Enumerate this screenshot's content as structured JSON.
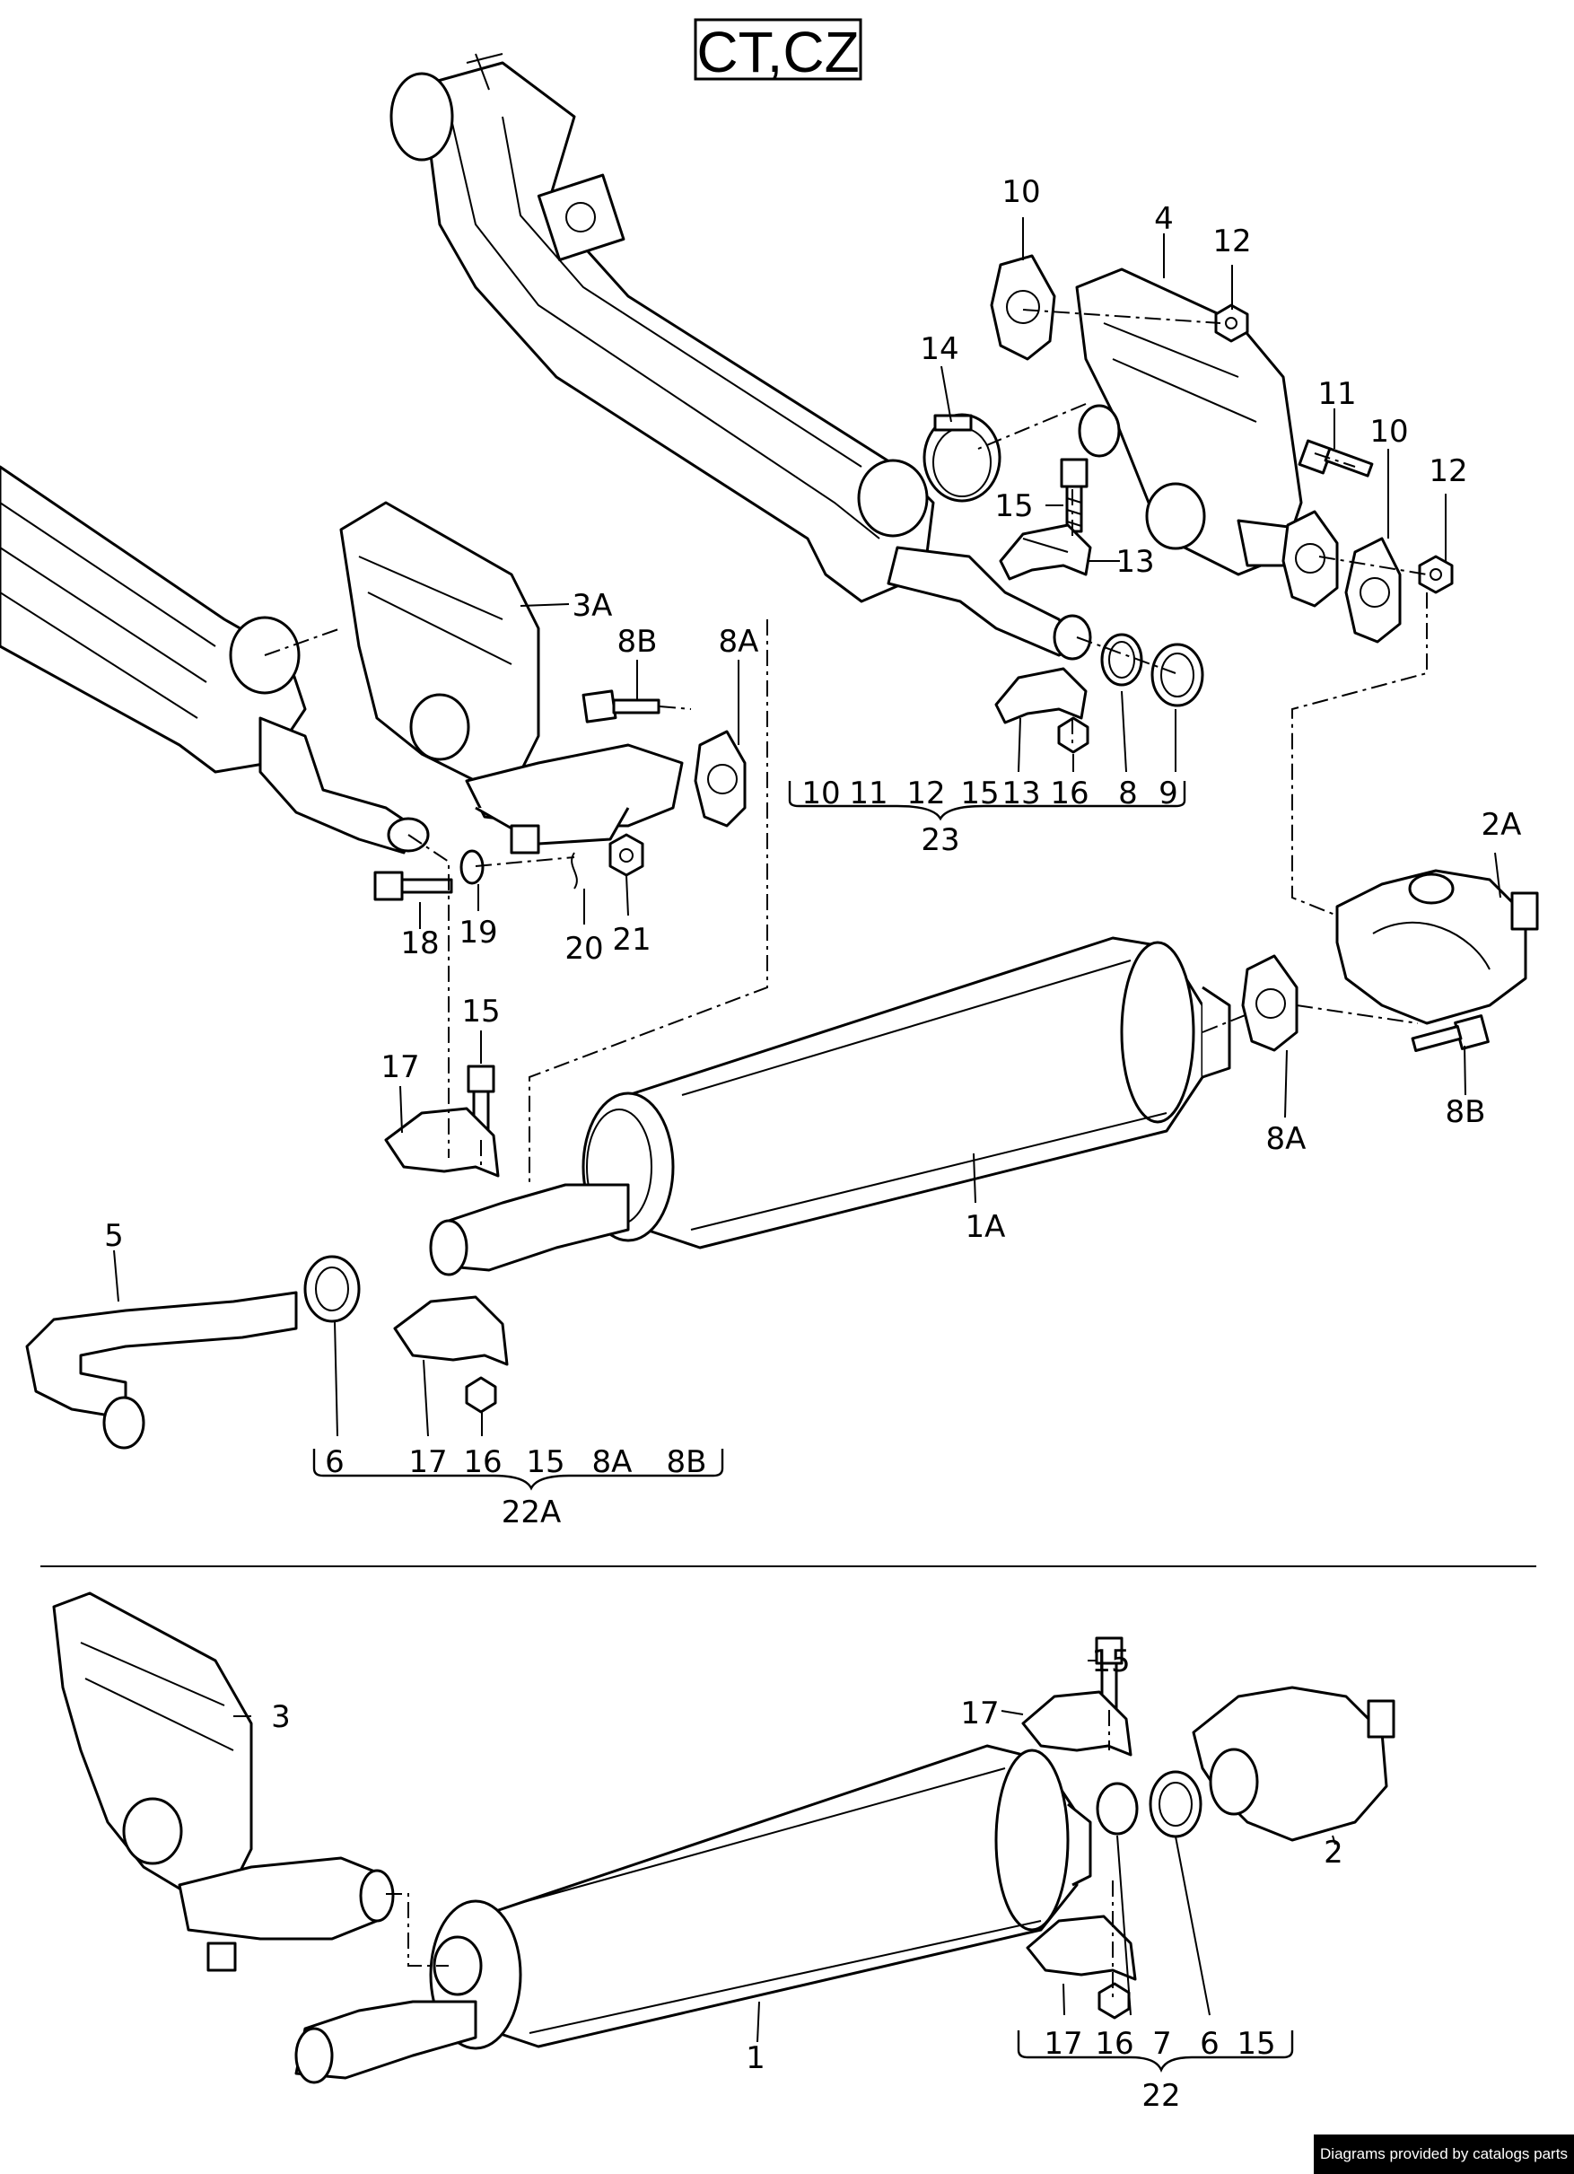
{
  "header": {
    "engine_codes": "CT,CZ"
  },
  "credit": "Diagrams provided by catalogs parts",
  "callouts": {
    "c1A": "1A",
    "c2A": "2A",
    "c3A": "3A",
    "c4": "4",
    "c5": "5",
    "c8A_a": "8A",
    "c8A_b": "8A",
    "c8B_a": "8B",
    "c8B_b": "8B",
    "c8": "8",
    "c9": "9",
    "c10_a": "10",
    "c10_b": "10",
    "c11": "11",
    "c12_a": "12",
    "c12_b": "12",
    "c13_a": "13",
    "c13_b": "13",
    "c14": "14",
    "c15_a": "15",
    "c15_b": "15",
    "c16": "16",
    "c17_a": "17",
    "c17_b": "17",
    "c18": "18",
    "c19": "19",
    "c20": "20",
    "c21": "21",
    "c6": "6",
    "c1": "1",
    "c2": "2",
    "c3": "3",
    "c7b": "7",
    "c6b": "6",
    "c15_c": "15",
    "c17_c": "17",
    "c17_d": "17",
    "c16_c": "16"
  },
  "kits": {
    "kit23": {
      "name": "23",
      "items": [
        "10",
        "11",
        "12",
        "15",
        "13",
        "16",
        "8",
        "9"
      ]
    },
    "kit22A": {
      "name": "22A",
      "items": [
        "6",
        "17",
        "16",
        "15",
        "8A",
        "8B"
      ]
    },
    "kit22": {
      "name": "22",
      "items": [
        "17",
        "16",
        "7",
        "6",
        "15"
      ]
    }
  }
}
